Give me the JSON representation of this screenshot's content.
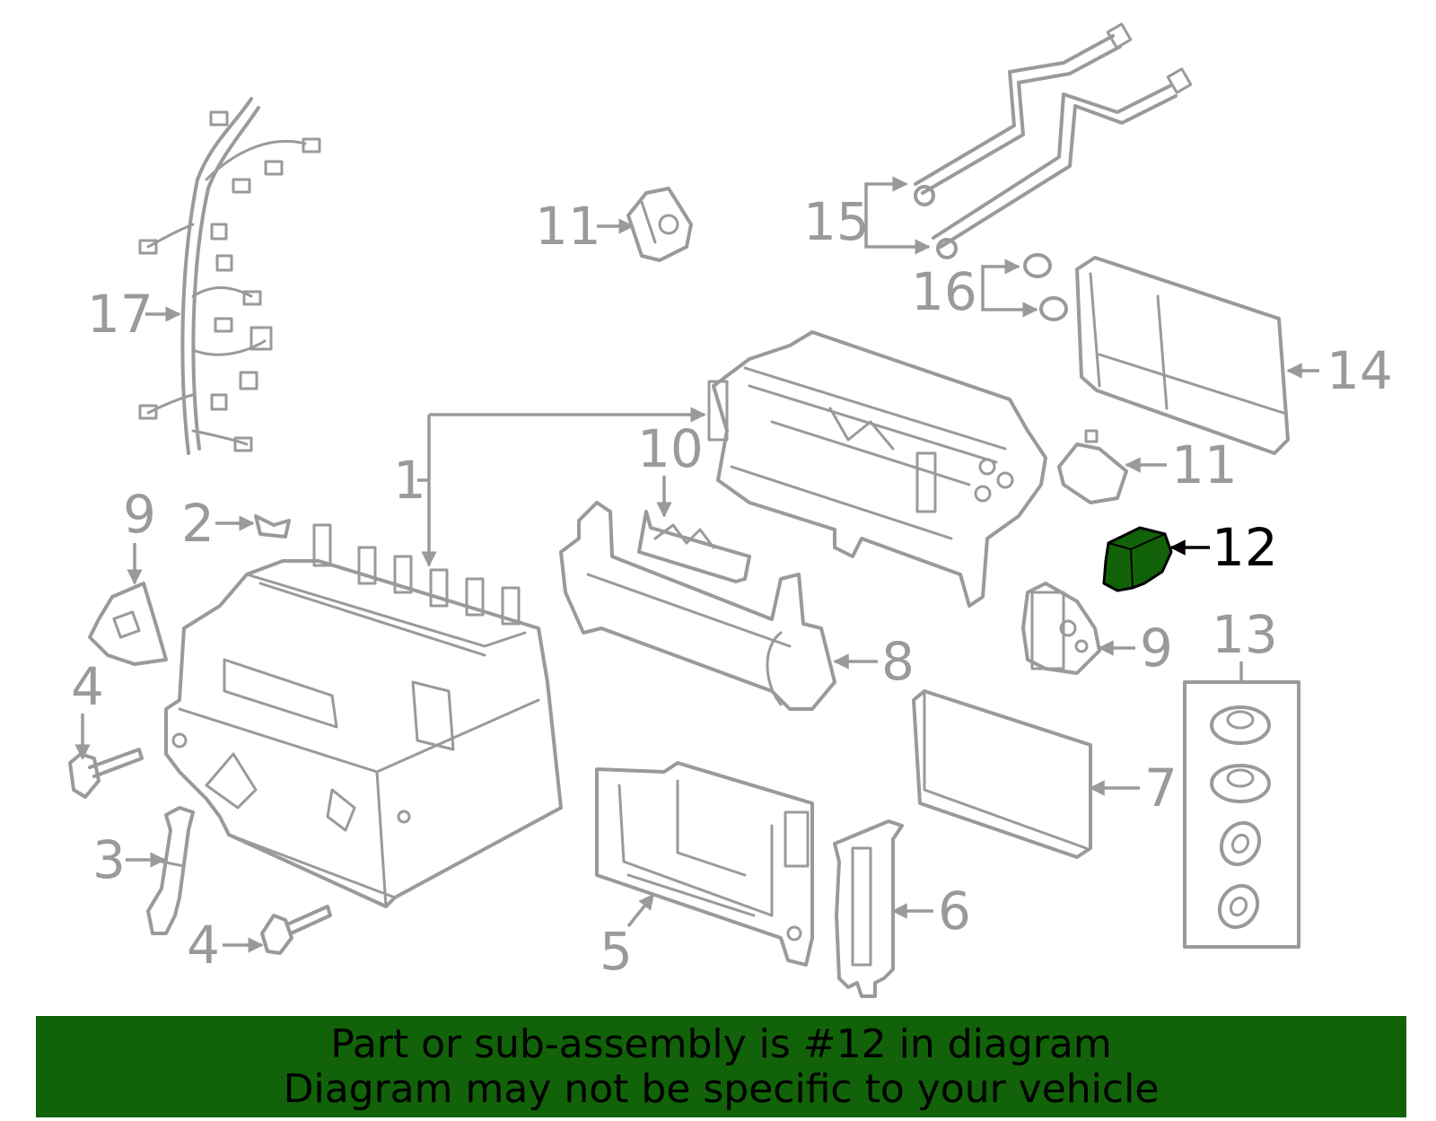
{
  "callouts": {
    "c1": "1",
    "c2": "2",
    "c3": "3",
    "c4a": "4",
    "c4b": "4",
    "c5": "5",
    "c6": "6",
    "c7": "7",
    "c8": "8",
    "c9a": "9",
    "c9b": "9",
    "c10": "10",
    "c11a": "11",
    "c11b": "11",
    "c12": "12",
    "c13": "13",
    "c14": "14",
    "c15": "15",
    "c16": "16",
    "c17": "17"
  },
  "highlight": {
    "part_number": "12",
    "color": "#116208",
    "label_color": "#000000"
  },
  "colors": {
    "line_art": "#9a9a9a",
    "background": "#ffffff",
    "banner": "#116208"
  },
  "banner": {
    "line1": "Part or sub-assembly is #12 in diagram",
    "line2": "Diagram may not be specific to your vehicle"
  }
}
